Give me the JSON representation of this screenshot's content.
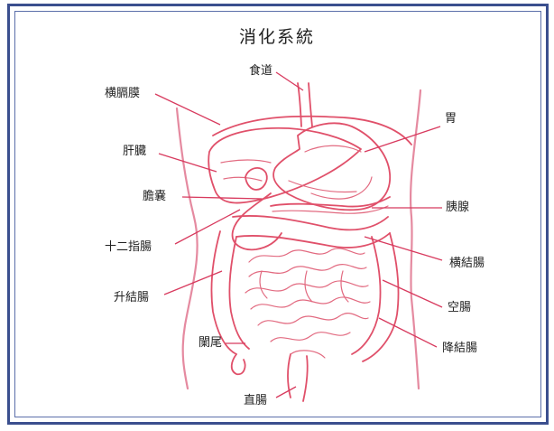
{
  "title": "消化系統",
  "labels": {
    "esophagus": "食道",
    "diaphragm": "横膈膜",
    "stomach": "胃",
    "liver": "肝臓",
    "gallbladder": "膽嚢",
    "pancreas": "胰腺",
    "duodenum": "十二指腸",
    "transverse_colon": "横結腸",
    "ascending_colon": "升結腸",
    "jejunum": "空腸",
    "appendix": "闌尾",
    "descending_colon": "降結腸",
    "rectum": "直腸"
  },
  "colors": {
    "organ_stroke": "#e0506a",
    "frame": "#3b4f8e",
    "text": "#222222"
  }
}
